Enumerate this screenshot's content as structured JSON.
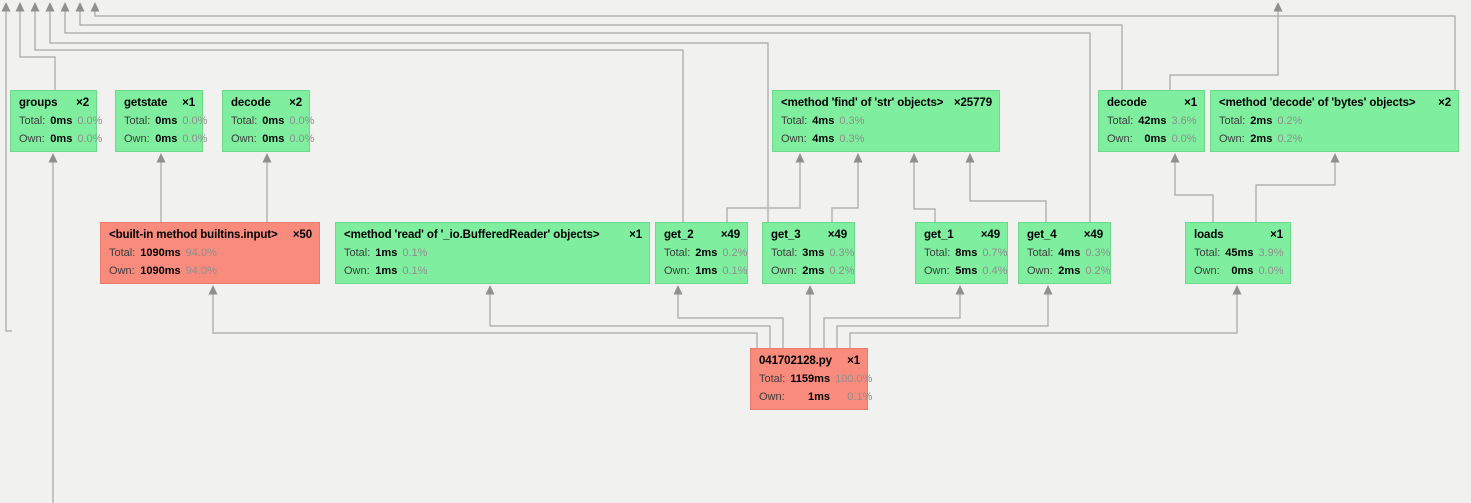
{
  "view": {
    "kind": "profiler-call-graph",
    "background_color": "#f1f1f0",
    "edge_color": "#a6a6a6",
    "node_low_color": "#7fee9e",
    "node_hot_color": "#f98b7d",
    "percent_text_color": "#8f8f8f"
  },
  "labels": {
    "total": "Total:",
    "own": "Own:"
  },
  "nodes": [
    {
      "id": "groups",
      "name": "groups",
      "count": "×2",
      "total_value": "0ms",
      "total_percent": "0.0%",
      "own_value": "0ms",
      "own_percent": "0.0%",
      "severity": "low"
    },
    {
      "id": "getstate",
      "name": "getstate",
      "count": "×1",
      "total_value": "0ms",
      "total_percent": "0.0%",
      "own_value": "0ms",
      "own_percent": "0.0%",
      "severity": "low"
    },
    {
      "id": "decode2",
      "name": "decode",
      "count": "×2",
      "total_value": "0ms",
      "total_percent": "0.0%",
      "own_value": "0ms",
      "own_percent": "0.0%",
      "severity": "low"
    },
    {
      "id": "find",
      "name": "<method 'find' of 'str' objects>",
      "count": "×25779",
      "total_value": "4ms",
      "total_percent": "0.3%",
      "own_value": "4ms",
      "own_percent": "0.3%",
      "severity": "low"
    },
    {
      "id": "decode1",
      "name": "decode",
      "count": "×1",
      "total_value": "42ms",
      "total_percent": "3.6%",
      "own_value": "0ms",
      "own_percent": "0.0%",
      "severity": "low"
    },
    {
      "id": "bytesdecode",
      "name": "<method 'decode' of 'bytes' objects>",
      "count": "×2",
      "total_value": "2ms",
      "total_percent": "0.2%",
      "own_value": "2ms",
      "own_percent": "0.2%",
      "severity": "low"
    },
    {
      "id": "input",
      "name": "<built-in method builtins.input>",
      "count": "×50",
      "total_value": "1090ms",
      "total_percent": "94.0%",
      "own_value": "1090ms",
      "own_percent": "94.0%",
      "severity": "hot"
    },
    {
      "id": "read",
      "name": "<method 'read' of '_io.BufferedReader' objects>",
      "count": "×1",
      "total_value": "1ms",
      "total_percent": "0.1%",
      "own_value": "1ms",
      "own_percent": "0.1%",
      "severity": "low"
    },
    {
      "id": "get2",
      "name": "get_2",
      "count": "×49",
      "total_value": "2ms",
      "total_percent": "0.2%",
      "own_value": "1ms",
      "own_percent": "0.1%",
      "severity": "low"
    },
    {
      "id": "get3",
      "name": "get_3",
      "count": "×49",
      "total_value": "3ms",
      "total_percent": "0.3%",
      "own_value": "2ms",
      "own_percent": "0.2%",
      "severity": "low"
    },
    {
      "id": "get1",
      "name": "get_1",
      "count": "×49",
      "total_value": "8ms",
      "total_percent": "0.7%",
      "own_value": "5ms",
      "own_percent": "0.4%",
      "severity": "low"
    },
    {
      "id": "get4",
      "name": "get_4",
      "count": "×49",
      "total_value": "4ms",
      "total_percent": "0.3%",
      "own_value": "2ms",
      "own_percent": "0.2%",
      "severity": "low"
    },
    {
      "id": "loads",
      "name": "loads",
      "count": "×1",
      "total_value": "45ms",
      "total_percent": "3.9%",
      "own_value": "0ms",
      "own_percent": "0.0%",
      "severity": "low"
    },
    {
      "id": "root",
      "name": "041702128.py",
      "count": "×1",
      "total_value": "1159ms",
      "total_percent": "100.0%",
      "own_value": "1ms",
      "own_percent": "0.1%",
      "severity": "hot"
    }
  ],
  "edges": [
    {
      "from": "offscreen-bottom",
      "to": "groups"
    },
    {
      "from": "groups",
      "to": "offscreen-top"
    },
    {
      "from": "input",
      "to": "getstate"
    },
    {
      "from": "input",
      "to": "decode2"
    },
    {
      "from": "get_2",
      "to": "find"
    },
    {
      "from": "get_3",
      "to": "find"
    },
    {
      "from": "get_1",
      "to": "find"
    },
    {
      "from": "get_4",
      "to": "find"
    },
    {
      "from": "get_2",
      "to": "offscreen-top"
    },
    {
      "from": "get_3",
      "to": "offscreen-top"
    },
    {
      "from": "get_4",
      "to": "offscreen-top"
    },
    {
      "from": "loads",
      "to": "decode1"
    },
    {
      "from": "loads",
      "to": "bytesdecode"
    },
    {
      "from": "decode1",
      "to": "offscreen-top"
    },
    {
      "from": "decode1",
      "to": "offscreen-top-right"
    },
    {
      "from": "bytesdecode",
      "to": "offscreen-top"
    },
    {
      "from": "root",
      "to": "input"
    },
    {
      "from": "root",
      "to": "read"
    },
    {
      "from": "root",
      "to": "get_2"
    },
    {
      "from": "root",
      "to": "get_3"
    },
    {
      "from": "root",
      "to": "get_1"
    },
    {
      "from": "root",
      "to": "get_4"
    },
    {
      "from": "root",
      "to": "loads"
    }
  ]
}
